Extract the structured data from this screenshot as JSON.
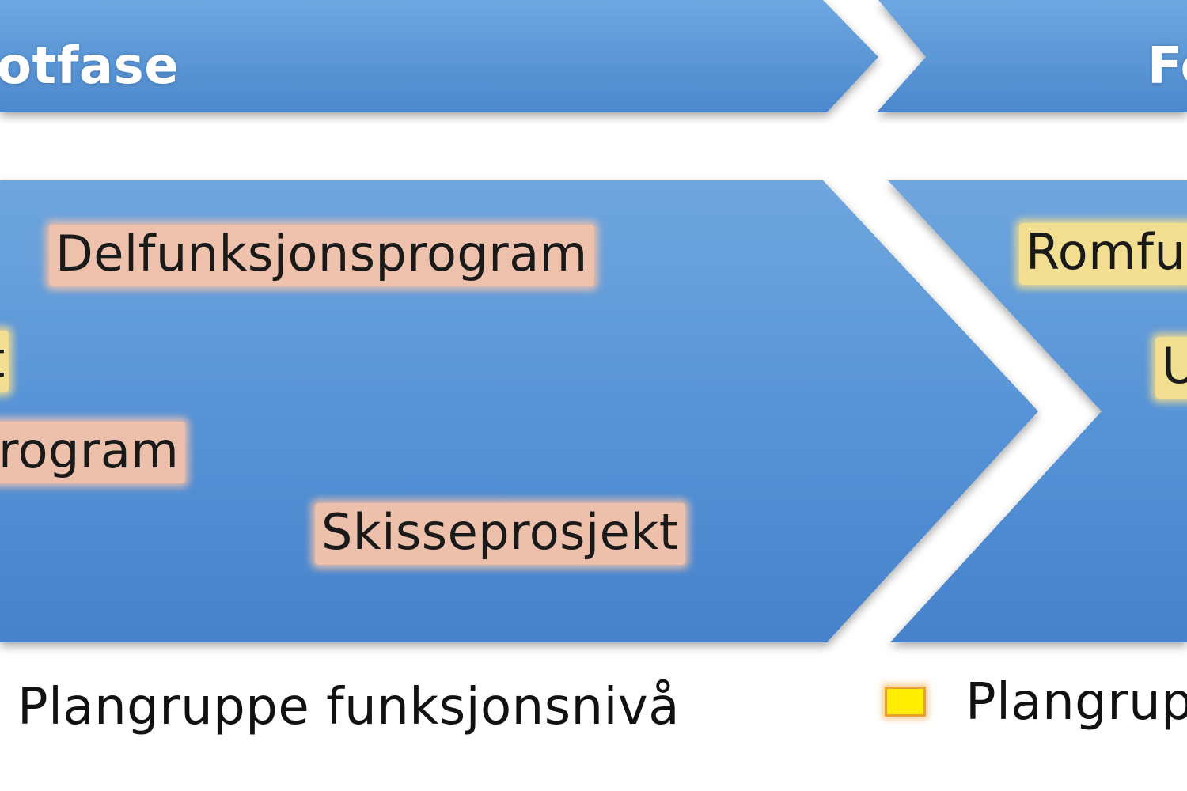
{
  "colors": {
    "arrow_fill_light": "#6aa3df",
    "arrow_fill_dark": "#4a86cb",
    "tag_peach": "#f5c3aa",
    "tag_yellow": "#fae18c",
    "swatch_yellow": "#ffee00"
  },
  "phases": {
    "left_title": "otfase",
    "right_title": "Fo"
  },
  "tags": {
    "delfunksjonsprogram": "Delfunksjonsprogram",
    "program_partial": "rogram",
    "skisseprosjekt": "Skisseprosjekt",
    "romfu_partial": "Romfu",
    "u_partial": "U",
    "edge_partial": "t"
  },
  "legend": {
    "item1": "Plangruppe funksjonsnivå",
    "item2": "Plangrup"
  }
}
